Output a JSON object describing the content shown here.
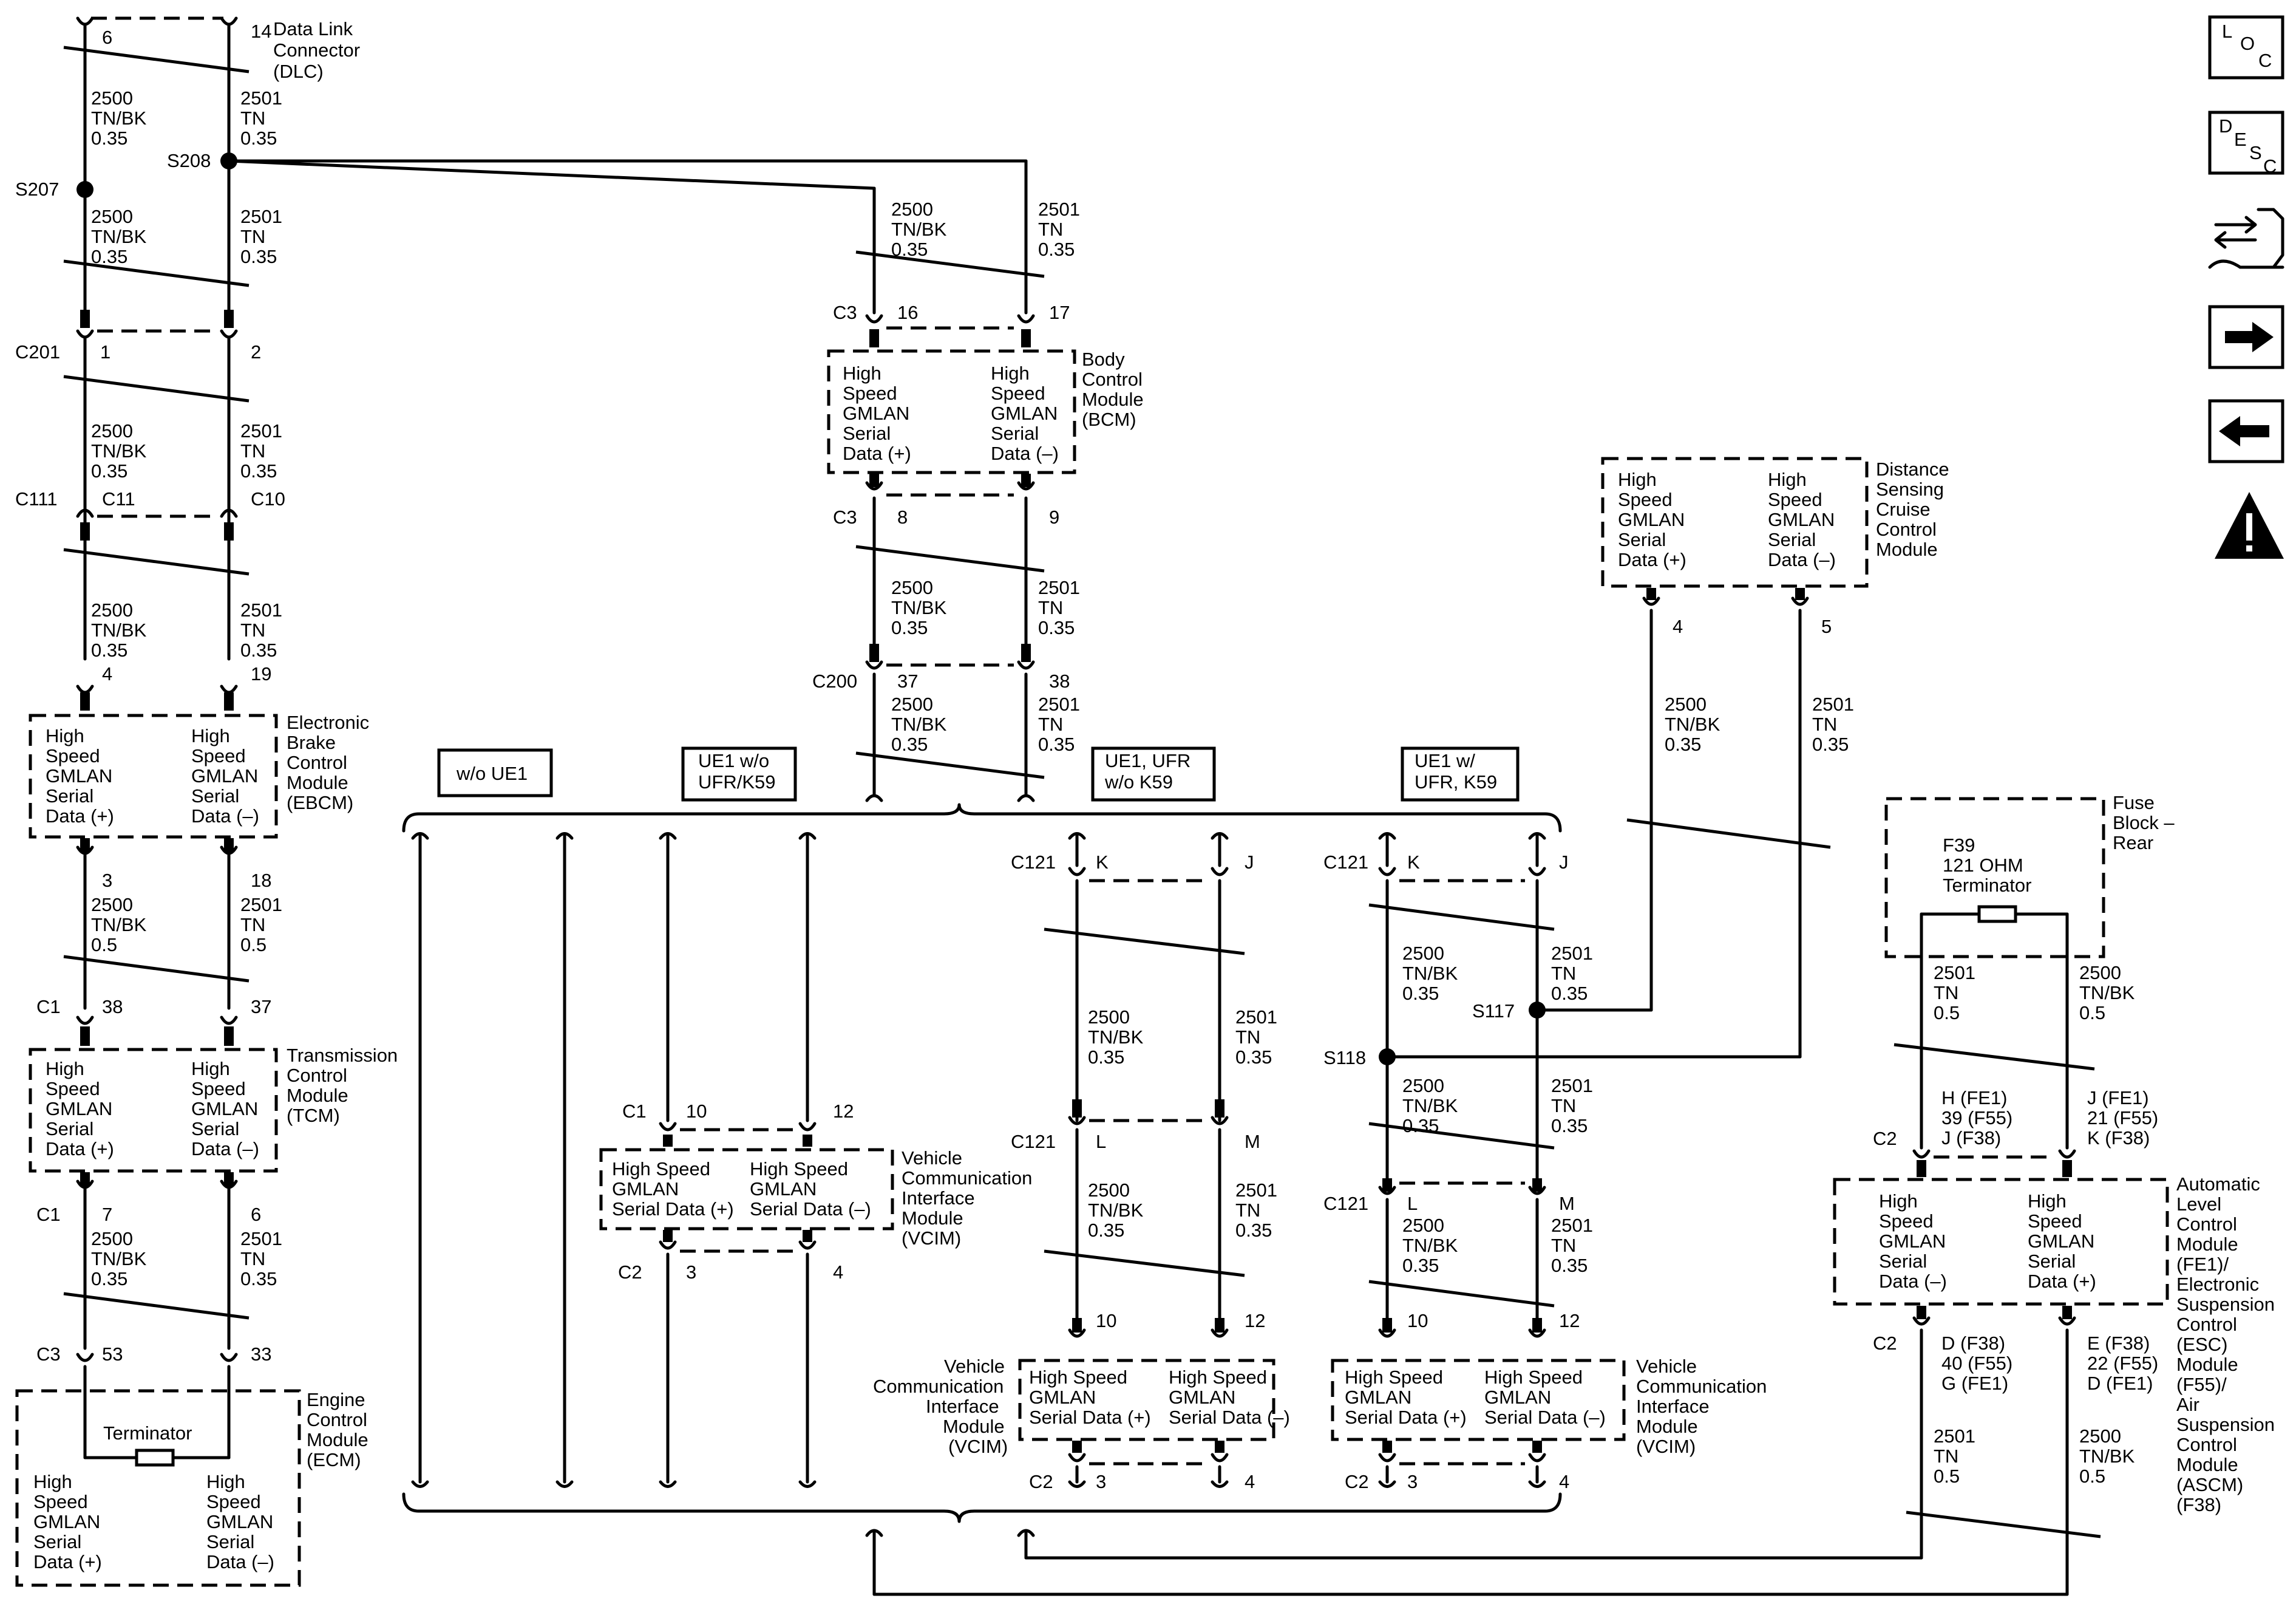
{
  "connectors": {
    "dlc": {
      "pin_a": "6",
      "pin_b": "14",
      "label": [
        "Data Link",
        "Connector",
        "(DLC)"
      ]
    },
    "c201": {
      "name": "C201",
      "pin_a": "1",
      "pin_b": "2"
    },
    "c111": {
      "name": "C111",
      "pin_a": "C11",
      "pin_b": "C10"
    },
    "bcm_c3_top": {
      "name": "C3",
      "pin_a": "16",
      "pin_b": "17"
    },
    "bcm_c3_bot": {
      "name": "C3",
      "pin_a": "8",
      "pin_b": "9"
    },
    "c200": {
      "name": "C200",
      "pin_a": "37",
      "pin_b": "38"
    },
    "ebcm_top": {
      "pin_a": "4",
      "pin_b": "19"
    },
    "ebcm_bot": {
      "pin_a": "3",
      "pin_b": "18"
    },
    "tcm_top": {
      "name": "C1",
      "pin_a": "38",
      "pin_b": "37"
    },
    "tcm_bot": {
      "name": "C1",
      "pin_a": "7",
      "pin_b": "6"
    },
    "ecm_top": {
      "name": "C3",
      "pin_a": "53",
      "pin_b": "33"
    },
    "vcim1_top": {
      "name": "C1",
      "pin_a": "10",
      "pin_b": "12"
    },
    "vcim1_bot": {
      "name": "C2",
      "pin_a": "3",
      "pin_b": "4"
    },
    "c121_1a": {
      "name": "C121",
      "pin_a": "K",
      "pin_b": "J"
    },
    "c121_1b": {
      "name": "C121",
      "pin_a": "L",
      "pin_b": "M"
    },
    "vcim2_top": {
      "pin_a": "10",
      "pin_b": "12"
    },
    "vcim2_bot": {
      "name": "C2",
      "pin_a": "3",
      "pin_b": "4"
    },
    "c121_2a": {
      "name": "C121",
      "pin_a": "K",
      "pin_b": "J"
    },
    "c121_2b": {
      "name": "C121",
      "pin_a": "L",
      "pin_b": "M"
    },
    "vcim3_top": {
      "pin_a": "10",
      "pin_b": "12"
    },
    "vcim3_bot": {
      "name": "C2",
      "pin_a": "3",
      "pin_b": "4"
    },
    "dscc": {
      "pin_a": "4",
      "pin_b": "5"
    },
    "alc_top": {
      "name": "C2",
      "pin_a": [
        "H (FE1)",
        "39 (F55)",
        "J (F38)"
      ],
      "pin_b": [
        "J (FE1)",
        "21 (F55)",
        "K (F38)"
      ]
    },
    "alc_bot": {
      "name": "C2",
      "pin_a": [
        "D (F38)",
        "40 (F55)",
        "G (FE1)"
      ],
      "pin_b": [
        "E (F38)",
        "22 (F55)",
        "D (FE1)"
      ]
    }
  },
  "splices": {
    "s207": "S207",
    "s208": "S208",
    "s117": "S117",
    "s118": "S118"
  },
  "wires": {
    "tnbk": [
      "2500",
      "TN/BK",
      "0.35"
    ],
    "tn": [
      "2501",
      "TN",
      "0.35"
    ],
    "tnbk_05": [
      "2500",
      "TN/BK",
      "0.5"
    ],
    "tn_05": [
      "2501",
      "TN",
      "0.5"
    ]
  },
  "modules": {
    "bcm": {
      "name": [
        "Body",
        "Control",
        "Module",
        "(BCM)"
      ],
      "pin_a": [
        "High",
        "Speed",
        "GMLAN",
        "Serial",
        "Data (+)"
      ],
      "pin_b": [
        "High",
        "Speed",
        "GMLAN",
        "Serial",
        "Data (–)"
      ]
    },
    "ebcm": {
      "name": [
        "Electronic",
        "Brake",
        "Control",
        "Module",
        "(EBCM)"
      ],
      "pin_a": [
        "High",
        "Speed",
        "GMLAN",
        "Serial",
        "Data (+)"
      ],
      "pin_b": [
        "High",
        "Speed",
        "GMLAN",
        "Serial",
        "Data (–)"
      ]
    },
    "tcm": {
      "name": [
        "Transmission",
        "Control",
        "Module",
        "(TCM)"
      ],
      "pin_a": [
        "High",
        "Speed",
        "GMLAN",
        "Serial",
        "Data (+)"
      ],
      "pin_b": [
        "High",
        "Speed",
        "GMLAN",
        "Serial",
        "Data (–)"
      ]
    },
    "ecm": {
      "name": [
        "Engine",
        "Control",
        "Module",
        "(ECM)"
      ],
      "terminator": "Terminator",
      "pin_a": [
        "High",
        "Speed",
        "GMLAN",
        "Serial",
        "Data (+)"
      ],
      "pin_b": [
        "High",
        "Speed",
        "GMLAN",
        "Serial",
        "Data (–)"
      ]
    },
    "vcim": {
      "name": [
        "Vehicle",
        "Communication",
        "Interface",
        "Module",
        "(VCIM)"
      ],
      "pin_a": [
        "High Speed",
        "GMLAN",
        "Serial Data (+)"
      ],
      "pin_b": [
        "High Speed",
        "GMLAN",
        "Serial Data (–)"
      ]
    },
    "dscc": {
      "name": [
        "Distance",
        "Sensing",
        "Cruise",
        "Control",
        "Module"
      ],
      "pin_a": [
        "High",
        "Speed",
        "GMLAN",
        "Serial",
        "Data (+)"
      ],
      "pin_b": [
        "High",
        "Speed",
        "GMLAN",
        "Serial",
        "Data (–)"
      ]
    },
    "fuse": {
      "name": [
        "Fuse",
        "Block –",
        "Rear"
      ],
      "inner": [
        "F39",
        "121 OHM",
        "Terminator"
      ]
    },
    "alc": {
      "name": [
        "Automatic",
        "Level",
        "Control",
        "Module",
        "(FE1)/",
        "Electronic",
        "Suspension",
        "Control",
        "(ESC)",
        "Module",
        "(F55)/",
        "Air",
        "Suspension",
        "Control",
        "Module",
        "(ASCM)",
        "(F38)"
      ],
      "pin_a": [
        "High",
        "Speed",
        "GMLAN",
        "Serial",
        "Data (–)"
      ],
      "pin_b": [
        "High",
        "Speed",
        "GMLAN",
        "Serial",
        "Data (+)"
      ]
    }
  },
  "options": {
    "opt1": "w/o UE1",
    "opt2": [
      "UE1 w/o",
      "UFR/K59"
    ],
    "opt3": [
      "UE1, UFR",
      "w/o K59"
    ],
    "opt4": [
      "UE1 w/",
      "UFR, K59"
    ]
  },
  "nav": {
    "loc": [
      "L",
      "O",
      "C"
    ],
    "desc": [
      "D",
      "E",
      "S",
      "C"
    ]
  }
}
